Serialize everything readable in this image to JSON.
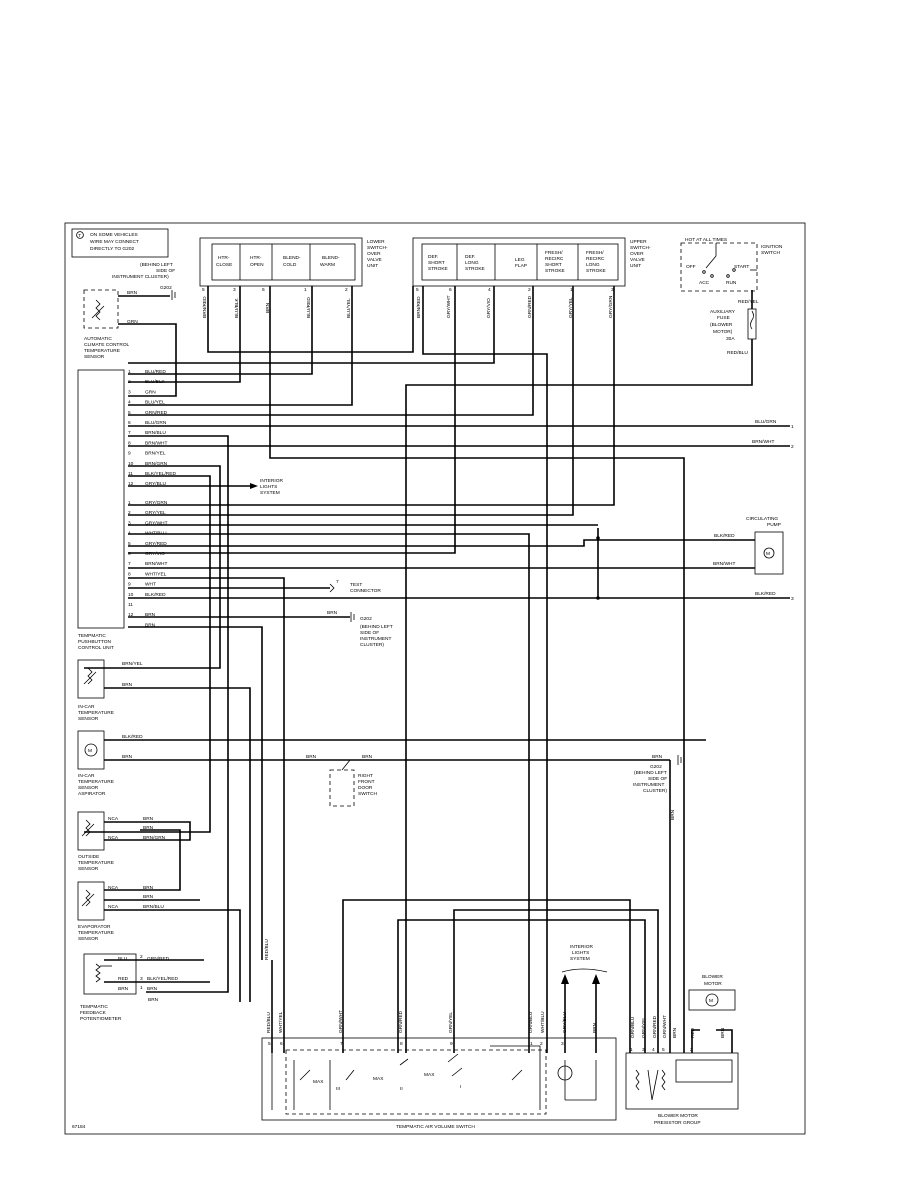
{
  "figure_id": "67184",
  "note": {
    "letter": "T",
    "text": [
      "ON SOME VEHICLES",
      "WIRE MAY CONNECT",
      "DIRECTLY TO G202"
    ]
  },
  "top_ground": {
    "name": "G202",
    "desc": [
      "(BEHIND LEFT",
      "SIDE OF",
      "INSTRUMENT CLUSTER)"
    ]
  },
  "lower_switchover": {
    "title": [
      "LOWER",
      "SWITCH-",
      "OVER",
      "VALVE",
      "UNIT"
    ],
    "valves": [
      [
        "HTR-",
        "CLOSE"
      ],
      [
        "HTR-",
        "OPEN"
      ],
      [
        "BLEND-",
        "COLD"
      ],
      [
        "BLEND-",
        "WARM"
      ]
    ],
    "pins": [
      "5",
      "3",
      "6",
      "1",
      "2"
    ],
    "wires": [
      "BRN/RED",
      "BLU/BLK",
      "BRN",
      "BLU/RED",
      "BLU/YEL"
    ]
  },
  "upper_switchover": {
    "title": [
      "UPPER",
      "SWITCH-",
      "OVER",
      "VALVE",
      "UNIT"
    ],
    "valves": [
      [
        "DEF.",
        "SHORT",
        "STROKE"
      ],
      [
        "DEF.",
        "LONG",
        "STROKE"
      ],
      [
        "LEG",
        "FLAP"
      ],
      [
        "FRESH/",
        "RECIRC",
        "SHORT",
        "STROKE"
      ],
      [
        "FRESH/",
        "RECIRC",
        "LONG",
        "STROKE"
      ]
    ],
    "pins": [
      "5",
      "6",
      "4",
      "2",
      "1",
      "3"
    ],
    "wires": [
      "BRN/RED",
      "GRY/WHT",
      "GRY/VIO",
      "GRN/RED",
      "GRY/YEL",
      "GRY/GRN"
    ]
  },
  "ignition": {
    "hot_label": "HOT AT ALL TIMES",
    "title": [
      "IGNITION",
      "SWITCH"
    ],
    "positions": [
      "OFF",
      "START",
      "ACC",
      "RUN"
    ],
    "wire": "RED/YEL",
    "fuse": [
      "AUXILIARY",
      "FUSE",
      "(BLOWER",
      "MOTOR)",
      "30A"
    ],
    "fuse_out": "RED/BLU"
  },
  "climate_sensor": {
    "label": [
      "AUTOMATIC",
      "CLIMATE CONTROL",
      "TEMPERATURE",
      "SENSOR"
    ],
    "wires": [
      "BRN",
      "GRN"
    ]
  },
  "control_unit": {
    "label": [
      "TEMPMATIC",
      "PUSHBUTTON",
      "CONTROL UNIT"
    ],
    "connector_a": [
      {
        "pin": "1",
        "wire": "BLU/RED"
      },
      {
        "pin": "2",
        "wire": "BLU/BLK"
      },
      {
        "pin": "3",
        "wire": "GRN"
      },
      {
        "pin": "4",
        "wire": "BLU/YEL"
      },
      {
        "pin": "5",
        "wire": "GRN/RED"
      },
      {
        "pin": "6",
        "wire": "BLU/GRN"
      },
      {
        "pin": "7",
        "wire": "BRN/BLU"
      },
      {
        "pin": "8",
        "wire": "BRN/WHT"
      },
      {
        "pin": "9",
        "wire": "BRN/YEL"
      },
      {
        "pin": "10",
        "wire": "BRN/GRN"
      },
      {
        "pin": "11",
        "wire": "BLK/YEL/RED"
      },
      {
        "pin": "12",
        "wire": "GRY/BLU"
      }
    ],
    "connector_b": [
      {
        "pin": "1",
        "wire": "GRY/GRN"
      },
      {
        "pin": "2",
        "wire": "GRY/YEL"
      },
      {
        "pin": "3",
        "wire": "GRY/WHT"
      },
      {
        "pin": "4",
        "wire": "WHT/BLU"
      },
      {
        "pin": "5",
        "wire": "GRY/RED"
      },
      {
        "pin": "6",
        "wire": "GRY/VIO"
      },
      {
        "pin": "7",
        "wire": "BRN/WHT"
      },
      {
        "pin": "8",
        "wire": "WHT/YEL"
      },
      {
        "pin": "9",
        "wire": "WHT"
      },
      {
        "pin": "10",
        "wire": "BLK/RED"
      },
      {
        "pin": "11",
        "wire": ""
      },
      {
        "pin": "12",
        "wire": "BRN"
      },
      {
        "pin": "",
        "wire": "BRN"
      }
    ]
  },
  "interior_lights_1": [
    "INTERIOR",
    "LIGHTS",
    "SYSTEM"
  ],
  "offpage": [
    {
      "wire": "BLU/GRN",
      "num": "1"
    },
    {
      "wire": "BRN/WHT",
      "num": "2"
    },
    {
      "wire": "BLK/RED",
      "num": "3"
    }
  ],
  "circulating_pump": {
    "label": [
      "CIRCULATING",
      "PUMP"
    ],
    "wires": [
      "BLK/RED",
      "BRN/WHT"
    ]
  },
  "test_connector": {
    "pin": "7",
    "label": [
      "TEST",
      "CONNECTOR"
    ]
  },
  "g202_mid": {
    "wire": "BRN",
    "name": "G202",
    "desc": [
      "(BEHIND LEFT",
      "SIDE OF",
      "INSTRUMENT",
      "CLUSTER)"
    ]
  },
  "incar_sensor": {
    "label": [
      "IN-CAR",
      "TEMPERATURE",
      "SENSOR"
    ],
    "wires": [
      "BRN/YEL",
      "BRN"
    ]
  },
  "aspirator": {
    "label": [
      "IN-CAR",
      "TEMPERATURE",
      "SENSOR",
      "ASPIRATOR"
    ],
    "wires": [
      "BLK/RED",
      "BRN"
    ]
  },
  "door_switch": {
    "label": [
      "RIGHT",
      "FRONT",
      "DOOR",
      "SWITCH"
    ],
    "wires": [
      "BRN",
      "BRN"
    ]
  },
  "g202_right": {
    "wire": "BRN",
    "name": "G202",
    "desc": [
      "(BEHIND LEFT",
      "SIDE OF",
      "INSTRUMENT",
      "CLUSTER)"
    ],
    "vwire": "BRN"
  },
  "outside_sensor": {
    "label": [
      "OUTSIDE",
      "TEMPERATURE",
      "SENSOR"
    ],
    "pins": [
      "NCA",
      "NCA"
    ],
    "wires": [
      "BRN",
      "BRN",
      "BRN/GRN"
    ]
  },
  "evap_sensor": {
    "label": [
      "EVAPORATOR",
      "TEMPERATURE",
      "SENSOR"
    ],
    "pins": [
      "NCA",
      "NCA"
    ],
    "wires": [
      "BRN",
      "BRN",
      "BRN/BLU"
    ]
  },
  "feedback_pot": {
    "label": [
      "TEMPMATIC",
      "FEEDBACK",
      "POTENTIOMETER"
    ],
    "rows": [
      {
        "color": "BLU",
        "pin": "2",
        "wire": "GRN/RED"
      },
      {
        "color": "RED",
        "pin": "3",
        "wire": "BLK/YEL/RED"
      },
      {
        "color": "BRN",
        "pin": "1",
        "wire": "BRN"
      },
      {
        "color": "",
        "pin": "",
        "wire": "BRN"
      }
    ]
  },
  "interior_lights_2": [
    "INTERIOR",
    "LIGHTS",
    "SYSTEM"
  ],
  "air_switch": {
    "label": "TEMPMATIC AIR VOLUME SWITCH",
    "wires": [
      "RED/BLU",
      "WHT/YEL",
      "GRN/WHT",
      "GRN/RED",
      "GRN/YEL",
      "GRN/BLU",
      "WHT/BLU",
      "GRY/BLU",
      "BRN"
    ],
    "pins": [
      "5",
      "6",
      "7",
      "8",
      "9",
      "1",
      "2",
      "3"
    ],
    "max": [
      "MAX",
      "MAX",
      "MAX"
    ],
    "positions": [
      "III",
      "II",
      "I"
    ]
  },
  "blower_motor": {
    "label": [
      "BLOWER",
      "MOTOR"
    ],
    "wires": [
      "RED",
      "BRN"
    ]
  },
  "presistor": {
    "label": [
      "BLOWER MOTOR",
      "PRESISTOR GROUP"
    ],
    "wires": [
      "GRN/BLU",
      "GRN/YEL",
      "GRN/RED",
      "GRN/WHT",
      "BRN"
    ],
    "pins": [
      "1",
      "3",
      "4",
      "5",
      "2"
    ]
  },
  "vertical_labels": {
    "red_blu_mid": "RED/BLU"
  }
}
